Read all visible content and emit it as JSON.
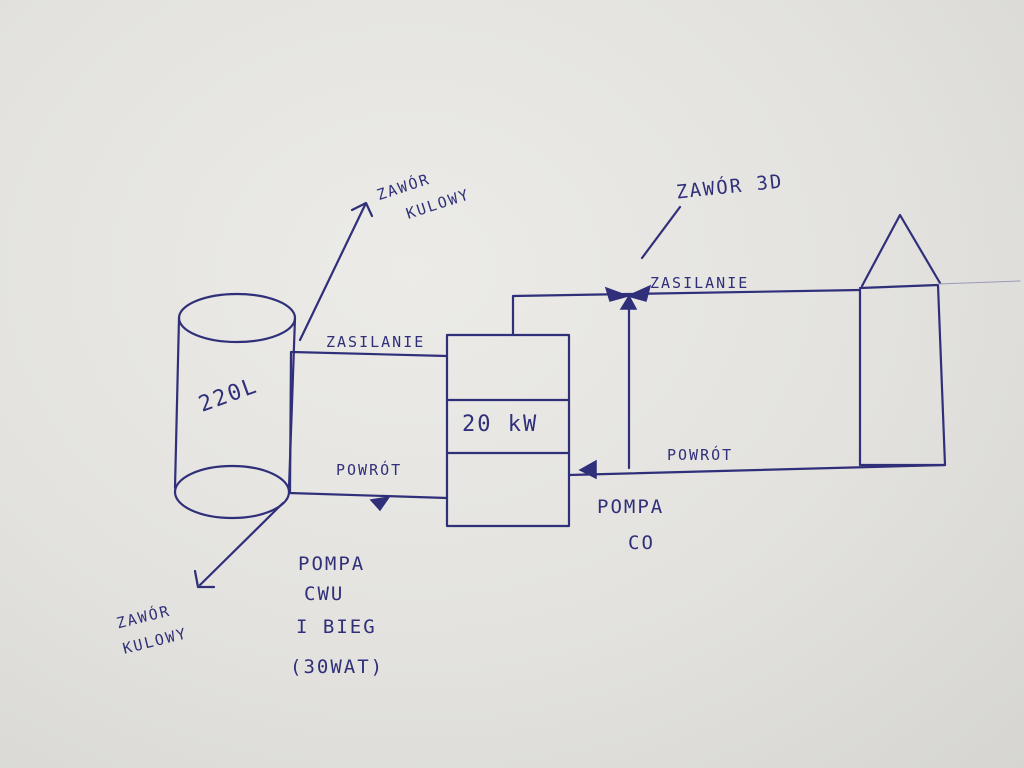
{
  "tank": {
    "label": "220L"
  },
  "boiler": {
    "label": "20 kW"
  },
  "valve_top_left": {
    "line1": "ZAWÓR",
    "line2": "KULOWY"
  },
  "valve_bottom_left": {
    "line1": "ZAWÓR",
    "line2": "KULOWY"
  },
  "valve_3d": {
    "label": "ZAWÓR 3D"
  },
  "left_loop": {
    "supply_label": "ZASILANIE",
    "return_label": "POWRÓT"
  },
  "right_loop": {
    "supply_label": "ZASILANIE",
    "return_label": "POWRÓT"
  },
  "pump_cwu": {
    "line1": "POMPA",
    "line2": "CWU",
    "line3": "I BIEG",
    "line4": "(30WAT)"
  },
  "pump_co": {
    "line1": "POMPA",
    "line2": "CO"
  }
}
